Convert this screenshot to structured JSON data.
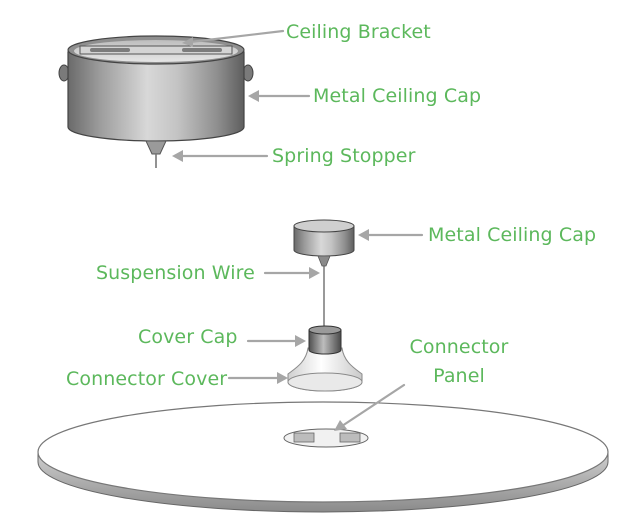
{
  "labels": {
    "ceiling_bracket": "Ceiling Bracket",
    "metal_ceiling_cap_top": "Metal Ceiling Cap",
    "spring_stopper": "Spring Stopper",
    "metal_ceiling_cap_small": "Metal Ceiling Cap",
    "suspension_wire": "Suspension Wire",
    "cover_cap": "Cover Cap",
    "connector_panel": "Connector Panel",
    "connector_cover": "Connector Cover"
  },
  "colors": {
    "label_green": "#5cb85c",
    "arrow_gray": "#a6a6a6"
  }
}
